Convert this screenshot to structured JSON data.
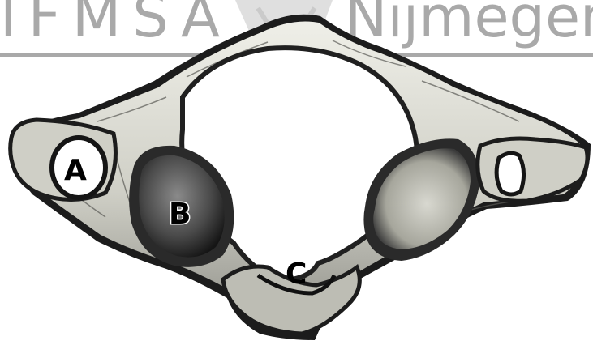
{
  "watermark": {
    "left_text": "IFMSA",
    "right_text": "Nijmegen",
    "color": "#a9a9a9"
  },
  "figure": {
    "labels": {
      "a": "A",
      "b": "B",
      "c": "C"
    },
    "colors": {
      "bone_light": "#e2e2da",
      "bone_dark": "#1e1e1e",
      "ink": "#000000"
    }
  }
}
